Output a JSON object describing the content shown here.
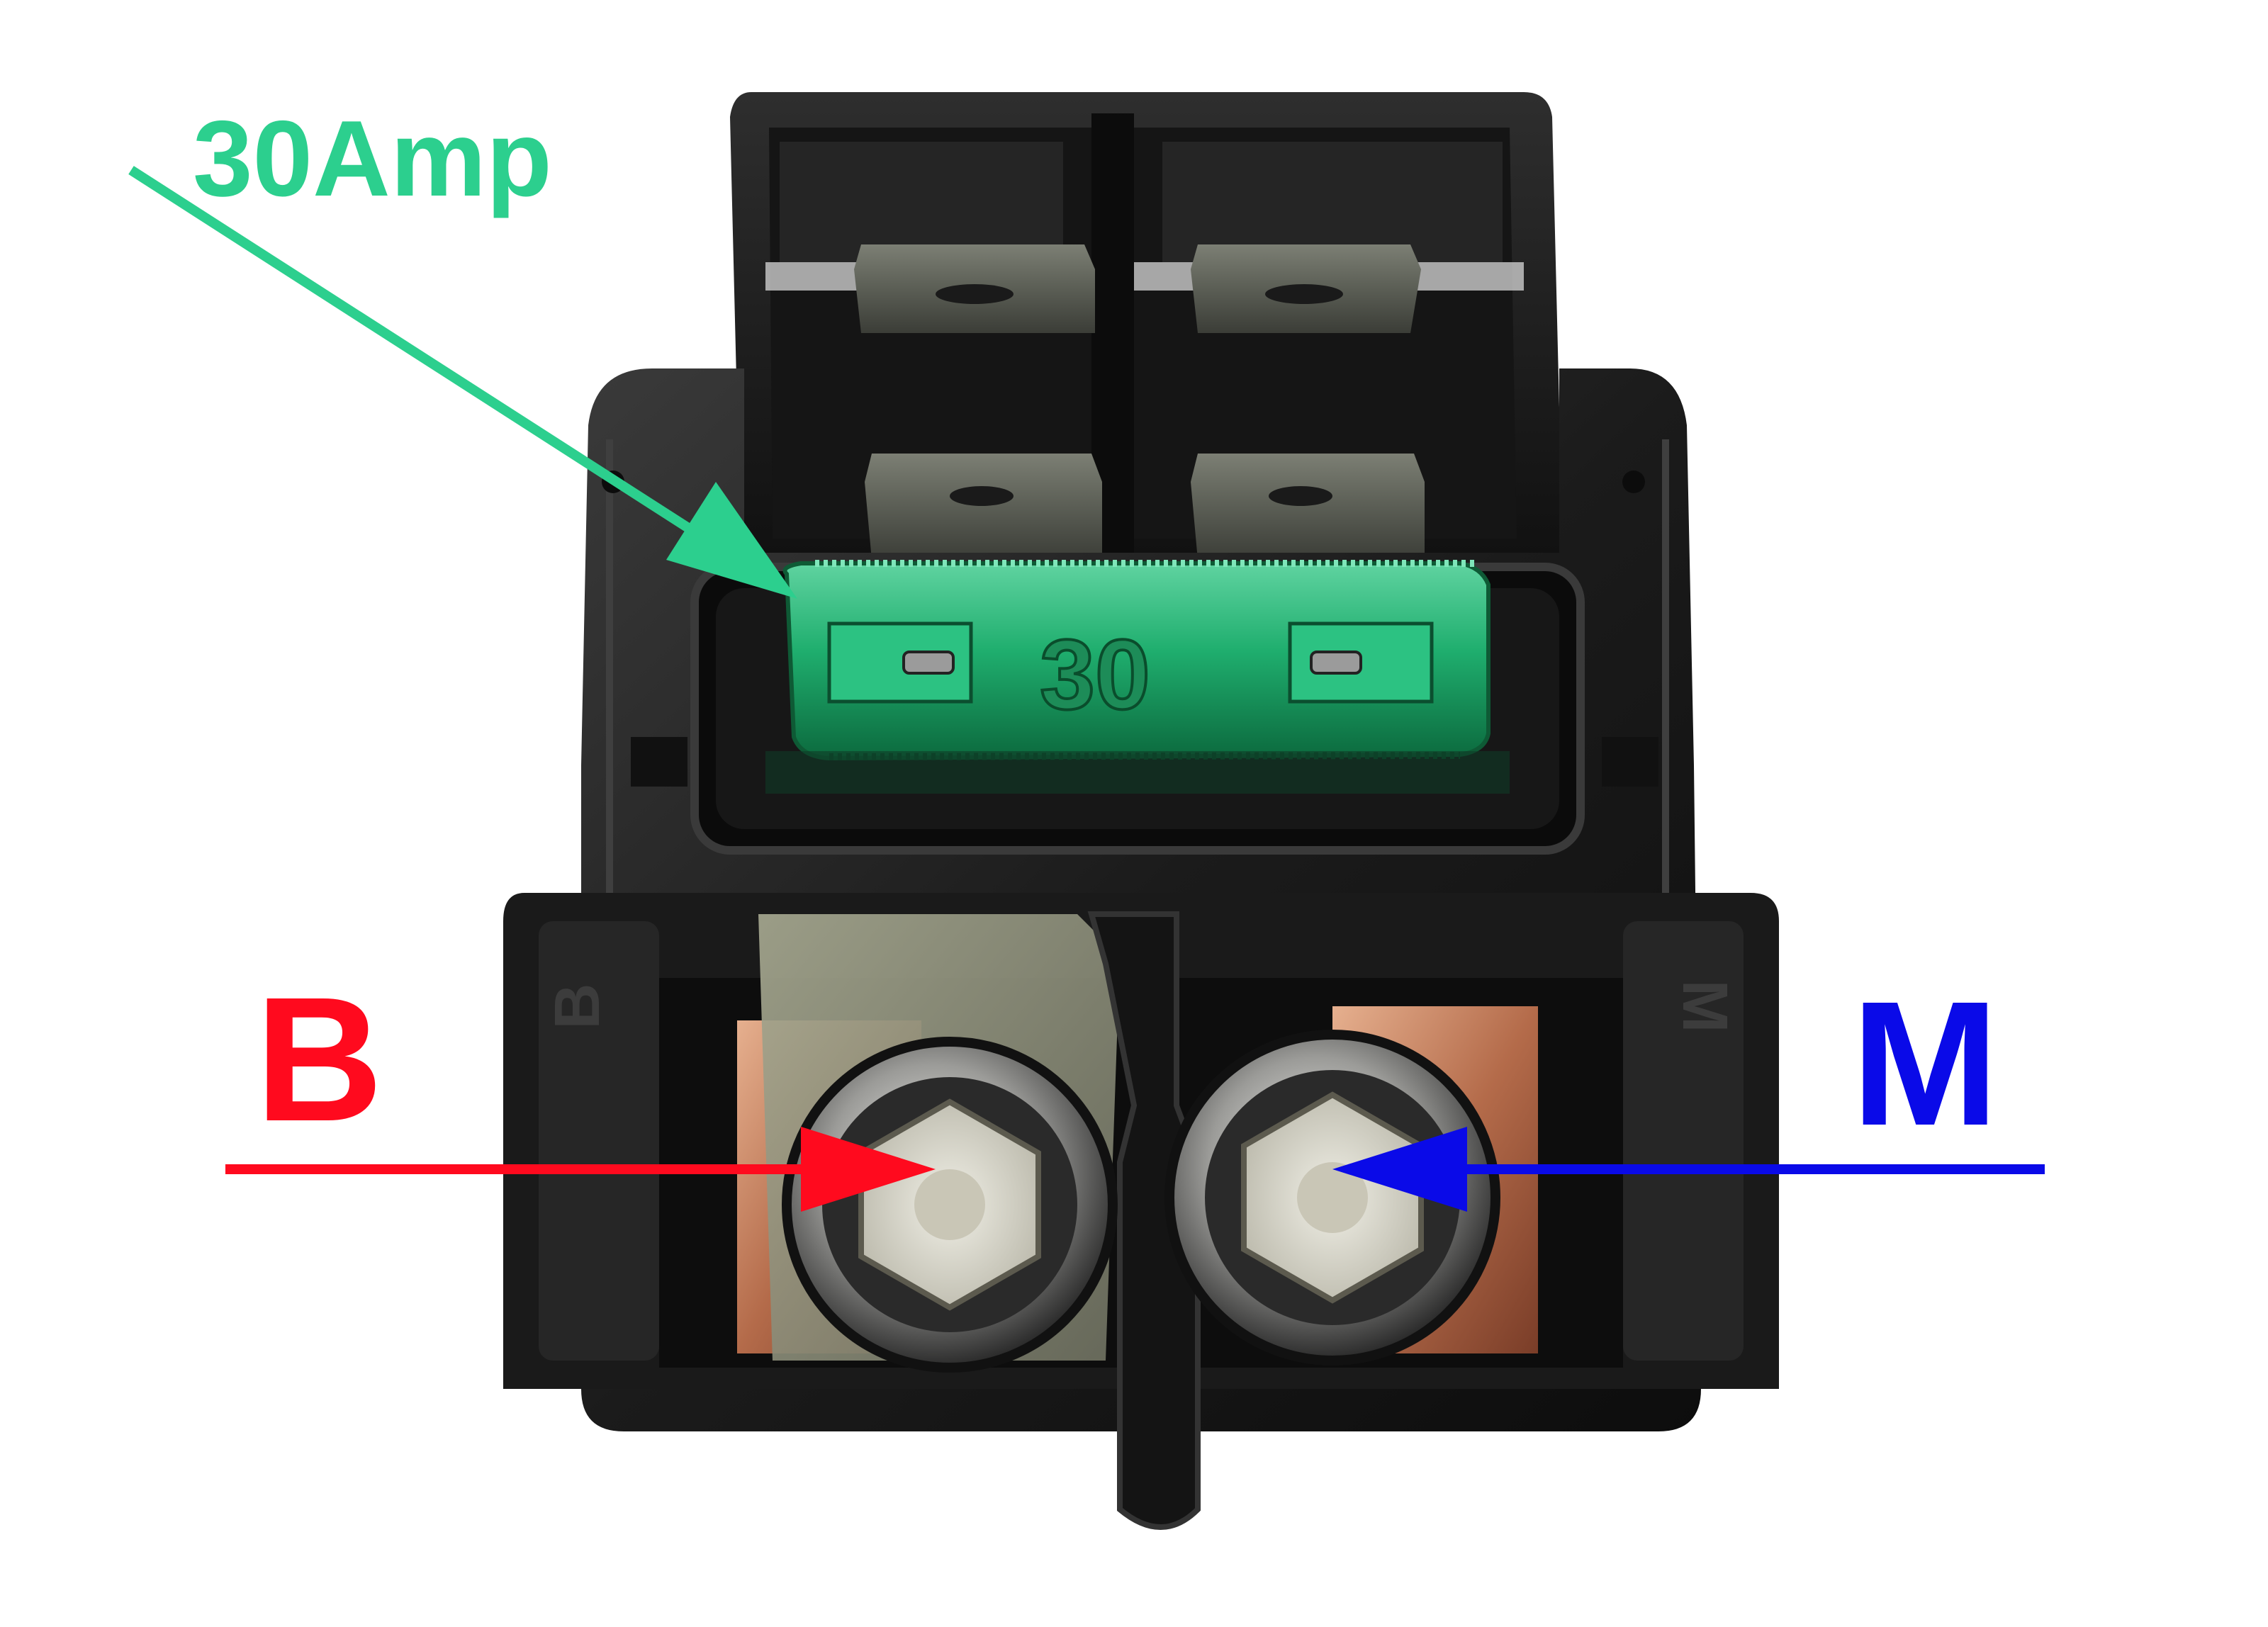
{
  "annotations": {
    "fuse_rating": "30Amp",
    "battery_terminal": "B",
    "motor_terminal": "M"
  },
  "fuse_marking": "30",
  "housing_marks": {
    "left": "B",
    "right": "M"
  },
  "colors": {
    "fuse_arrow": "#2ccf8e",
    "battery_arrow": "#ff0a1e",
    "motor_arrow": "#0a0ae8",
    "fuse_body": "#1fae6e",
    "housing": "#202020"
  }
}
